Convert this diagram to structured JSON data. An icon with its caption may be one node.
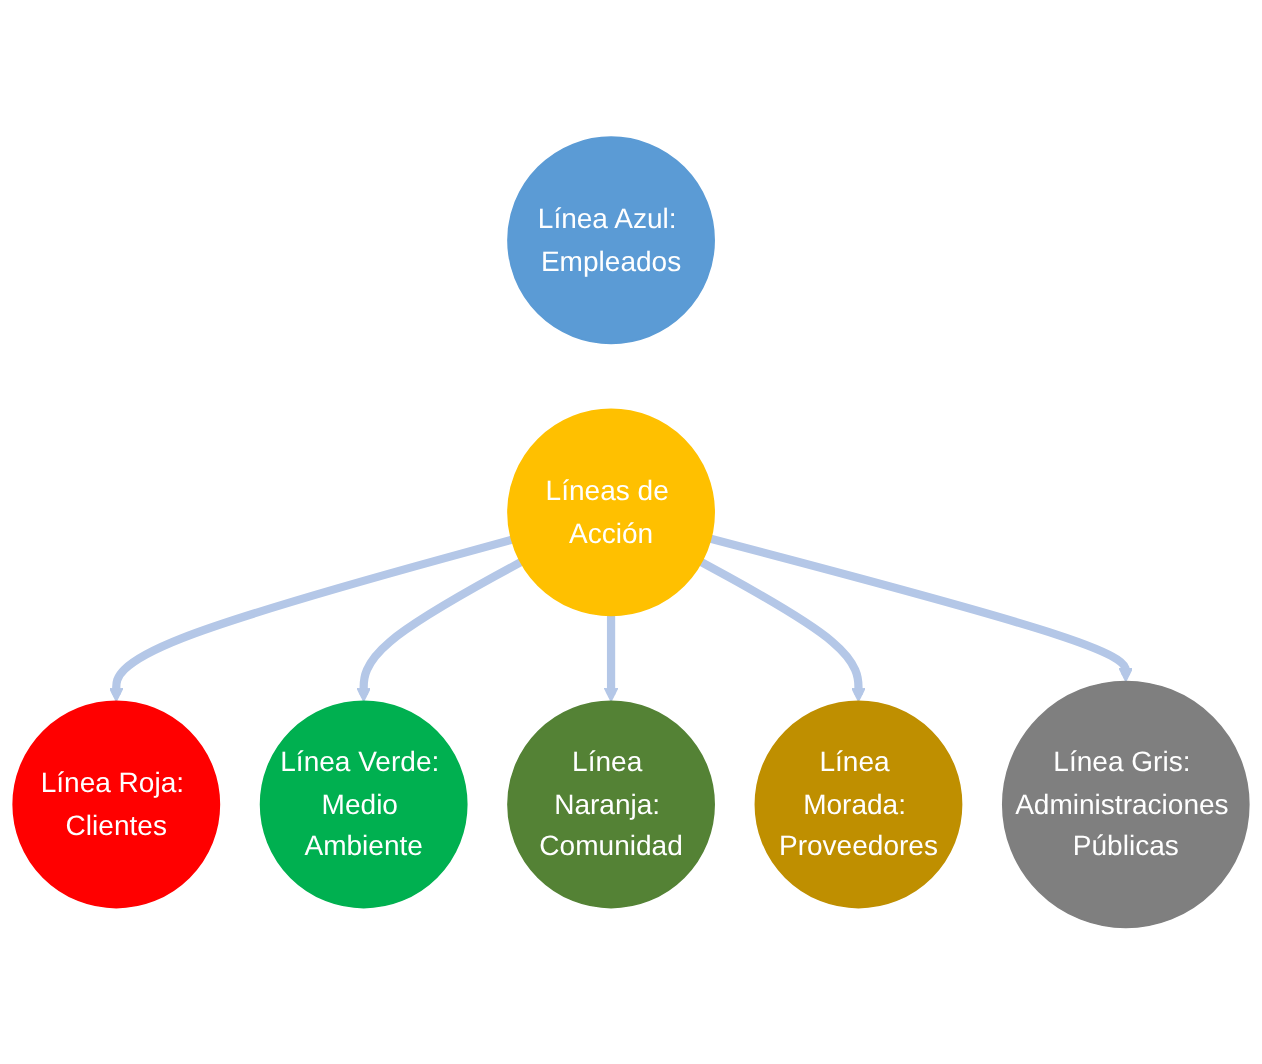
{
  "diagram": {
    "nodes": [
      {
        "text": [
          "Línea Azul: Empleados"
        ]
      },
      {
        "text": [
          "Línea Gris: Administraciones Públicas"
        ]
      },
      {
        "text": [
          "Línea Roja: Clientes"
        ]
      },
      {
        "text": [
          "Líneas de Acción"
        ]
      },
      {
        "text": [
          "Línea Verde: Medio Ambiente"
        ]
      },
      {
        "text": [
          "Línea Morada: Proveedores"
        ]
      },
      {
        "text": [
          "Línea Naranja: Comunidad"
        ]
      }
    ],
    "edges": [
      {
        "from": 3,
        "to": 2,
        "arrow": "to"
      },
      {
        "from": 3,
        "to": 4,
        "arrow": "to"
      },
      {
        "from": 3,
        "to": 6,
        "arrow": "to"
      },
      {
        "from": 3,
        "to": 5,
        "arrow": "to"
      },
      {
        "from": 3,
        "to": 1,
        "arrow": "to"
      }
    ]
  }
}
